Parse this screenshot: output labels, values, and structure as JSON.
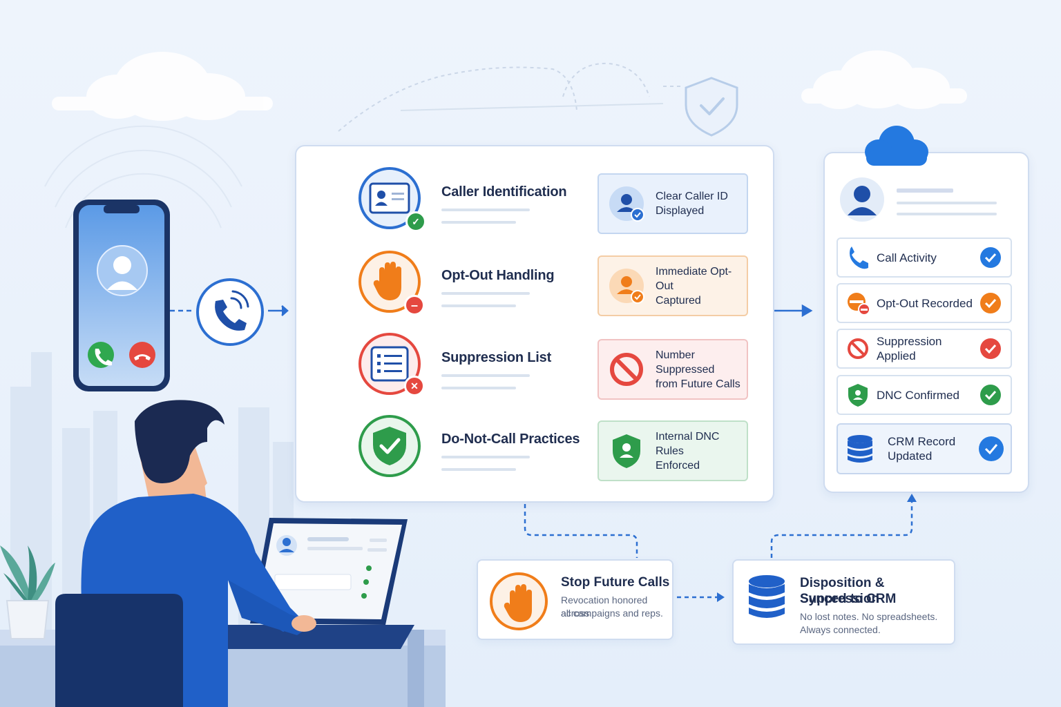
{
  "colors": {
    "blue": "#2c6fd1",
    "orange": "#f07d1a",
    "red": "#e5483f",
    "green": "#2e9c4b",
    "navy": "#1f2d4f"
  },
  "steps": [
    {
      "title": "Caller Identification",
      "icon": "id-card-icon",
      "result": "Clear Caller ID Displayed",
      "result_icon": "verified-user-icon"
    },
    {
      "title": "Opt-Out Handling",
      "icon": "stop-hand-icon",
      "result": "Immediate Opt-Out Captured",
      "result_icon": "opt-out-user-icon"
    },
    {
      "title": "Suppression List",
      "icon": "list-icon",
      "result": "Number Suppressed from Future Calls",
      "result_icon": "prohibited-icon"
    },
    {
      "title": "Do-Not-Call Practices",
      "icon": "shield-check-icon",
      "result": "Internal DNC Rules Enforced",
      "result_icon": "shield-user-icon"
    }
  ],
  "results": {
    "r0": {
      "line1": "Clear Caller ID",
      "line2": "Displayed"
    },
    "r1": {
      "line1": "Immediate Opt-Out",
      "line2": "Captured"
    },
    "r2": {
      "line1": "Number Suppressed",
      "line2": "from Future Calls"
    },
    "r3": {
      "line1": "Internal DNC Rules",
      "line2": "Enforced"
    }
  },
  "crm": {
    "items": [
      {
        "label": "Call Activity",
        "icon": "phone-icon",
        "status": "checked"
      },
      {
        "label": "Opt-Out Recorded",
        "icon": "opt-out-icon",
        "status": "checked"
      },
      {
        "label": "Suppression Applied",
        "icon": "prohibited-icon",
        "status": "checked"
      },
      {
        "label": "DNC Confirmed",
        "icon": "shield-user-icon",
        "status": "checked"
      }
    ],
    "record": {
      "line1": "CRM Record",
      "line2": "Updated",
      "icon": "database-icon"
    }
  },
  "bottom": {
    "stop": {
      "title": "Stop Future Calls",
      "sub1": "Revocation honored across",
      "sub2": "all campaigns and reps.",
      "icon": "stop-hand-icon"
    },
    "sync": {
      "title1": "Disposition & Suppression",
      "title2": "Synced to CRM",
      "sub1": "No lost notes. No spreadsheets.",
      "sub2": "Always connected.",
      "icon": "database-icon"
    }
  }
}
